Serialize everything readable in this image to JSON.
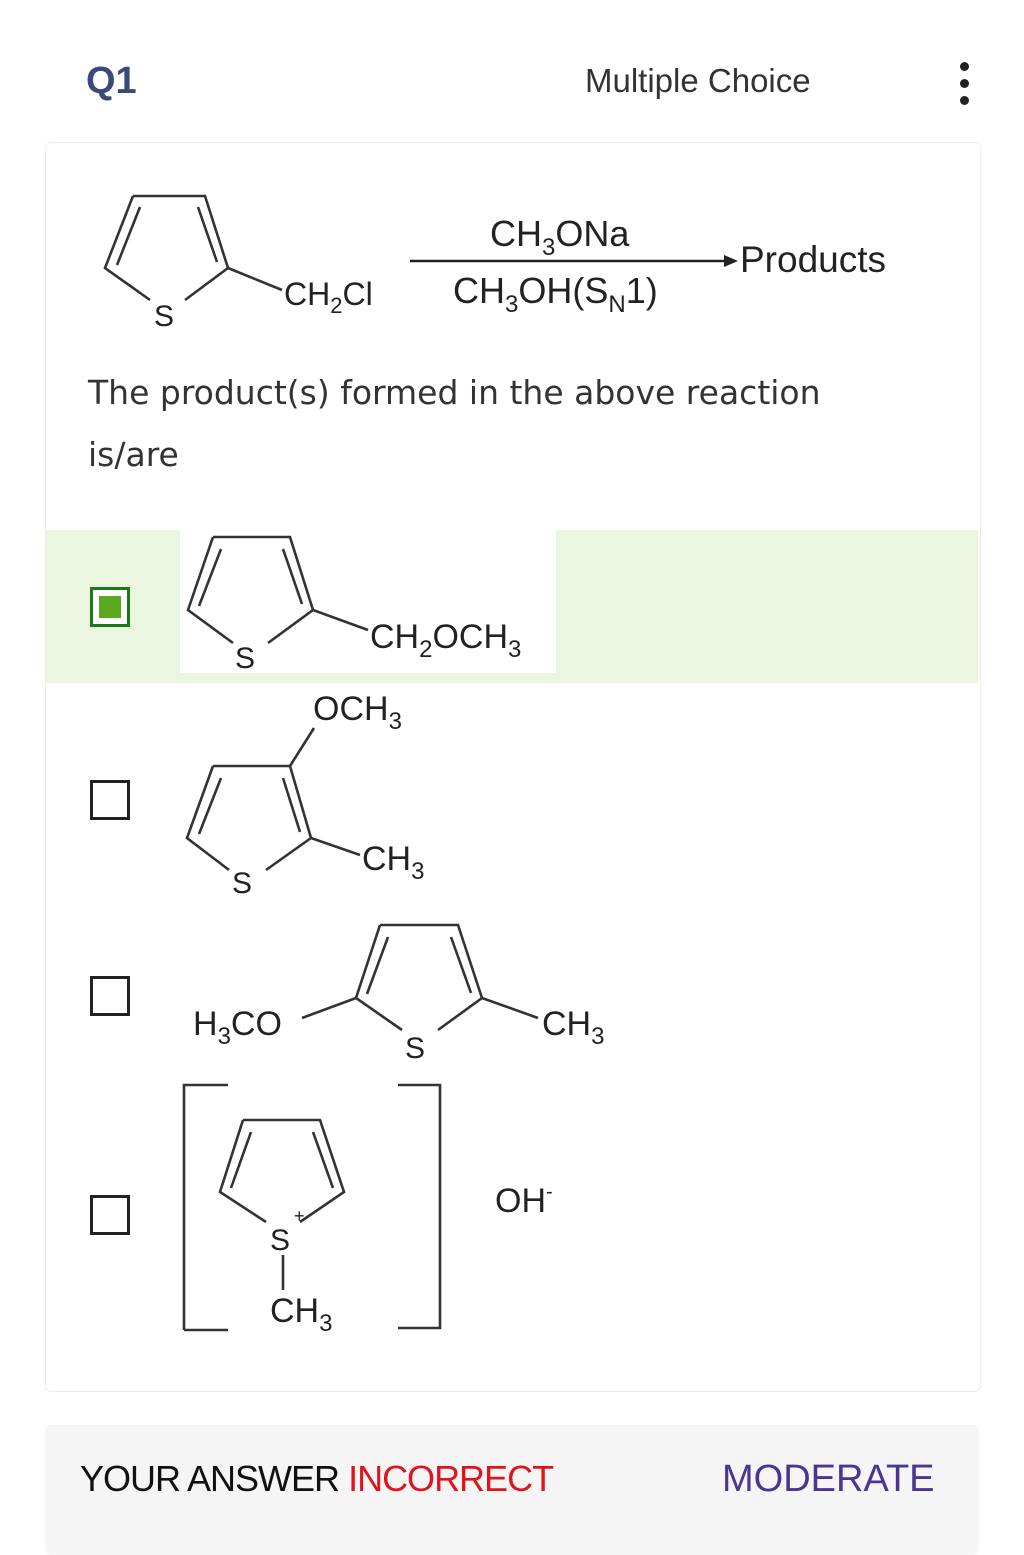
{
  "header": {
    "question_number": "Q1",
    "question_type": "Multiple Choice",
    "menu_icon": "kebab-vertical-icon"
  },
  "reaction": {
    "ring_atom": "S",
    "substituent": {
      "a": "CH",
      "sub": "2",
      "b": "Cl"
    },
    "reagent_above": {
      "a": "CH",
      "sub": "3",
      "b": "ONa"
    },
    "reagent_below": {
      "a": "CH",
      "sub": "3",
      "b": "OH(S",
      "sub2": "N",
      "c": "1)"
    },
    "product": "Products"
  },
  "question_text": "The product(s) formed in the above reaction is/are",
  "options": [
    {
      "selected": true,
      "ring_atom": "S",
      "group": {
        "a": "CH",
        "sub": "2",
        "b": "OCH",
        "sub2": "3"
      }
    },
    {
      "selected": false,
      "ring_atom": "S",
      "group_top": {
        "a": "OCH",
        "sub": "3"
      },
      "group_right": {
        "a": "CH",
        "sub": "3"
      }
    },
    {
      "selected": false,
      "ring_atom": "S",
      "group_left": {
        "a": "H",
        "sub": "3",
        "b": "CO"
      },
      "group_right": {
        "a": "CH",
        "sub": "3"
      }
    },
    {
      "selected": false,
      "ring_atom": "S",
      "charge": "+",
      "group_bottom": {
        "a": "CH",
        "sub": "3"
      },
      "counter_ion": "OH",
      "counter_charge": "-"
    }
  ],
  "footer": {
    "status_prefix": "YOUR ANSWER",
    "status_result": "INCORRECT",
    "difficulty": "MODERATE"
  },
  "colors": {
    "selected_bg": "#eaf6e0",
    "checkbox_fill": "#5aa81e",
    "incorrect": "#e0141e",
    "difficulty": "#4a3590",
    "question_number": "#3b4a78"
  }
}
